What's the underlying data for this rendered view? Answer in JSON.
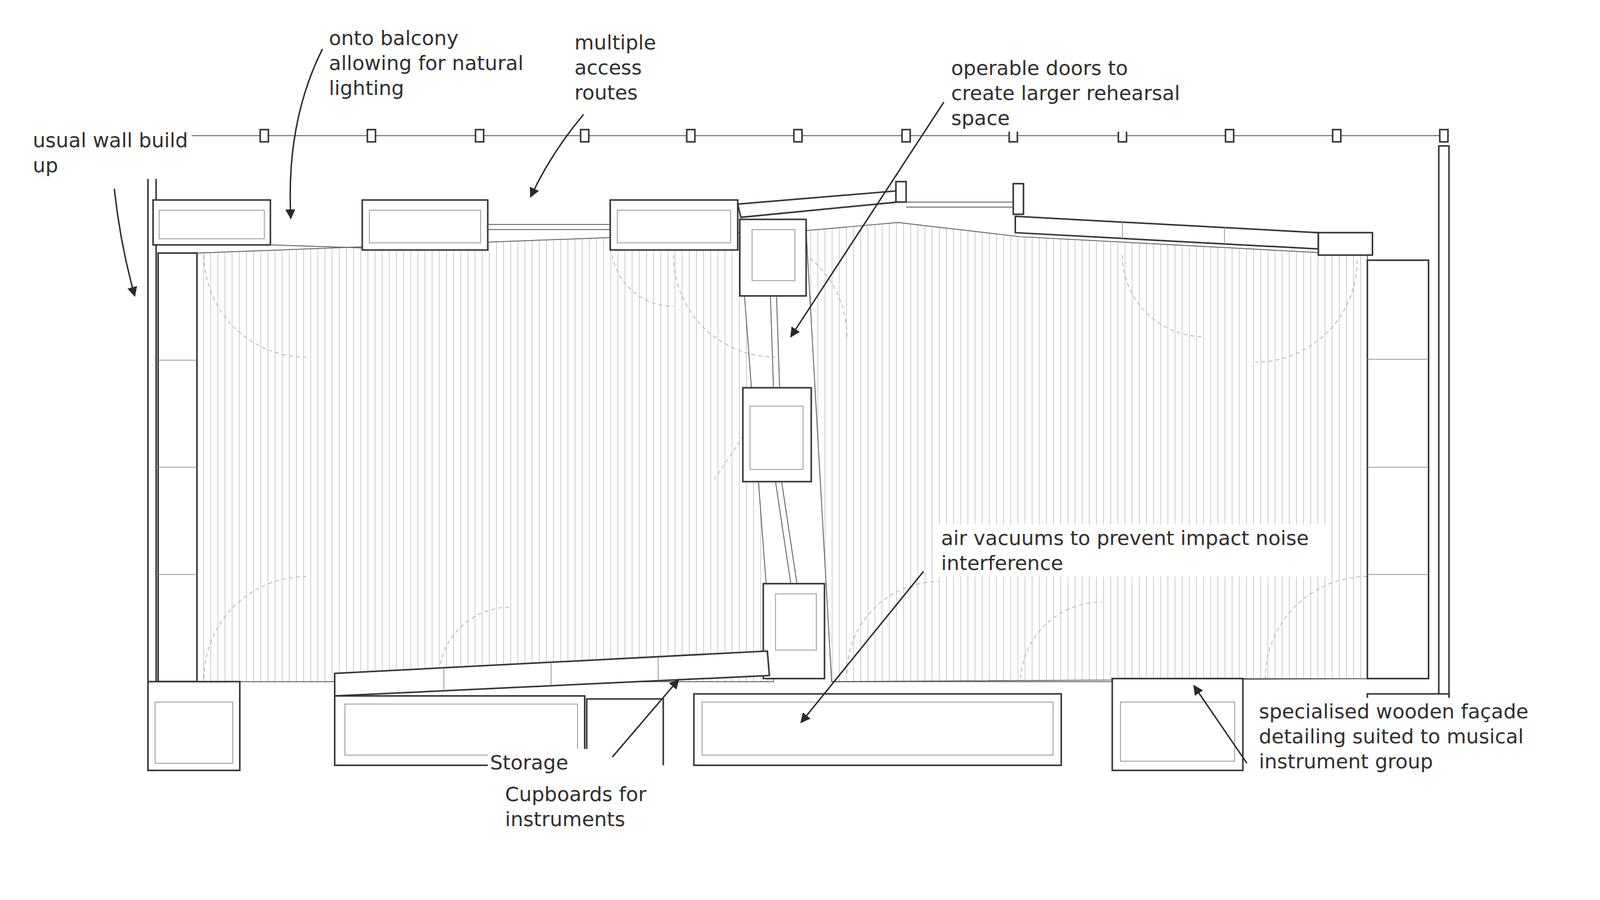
{
  "diagram": {
    "labels": [
      "usual wall build up",
      "onto balcony allowing for natural lighting",
      "multiple access routes",
      "operable doors to create larger rehearsal space",
      "air vacuums to prevent impact noise interference",
      "Storage",
      "Cupboards for instruments",
      "specialised wooden façade detailing suited to musical instrument group"
    ]
  }
}
